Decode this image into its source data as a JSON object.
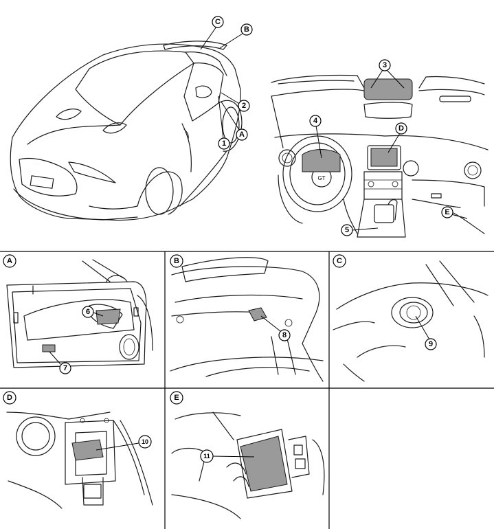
{
  "callouts": {
    "c1": "1",
    "c2": "2",
    "c3": "3",
    "c4": "4",
    "c5": "5",
    "c6": "6",
    "c7": "7",
    "c8": "8",
    "c9": "9",
    "c10": "10",
    "c11": "11",
    "A": "A",
    "B": "B",
    "C": "C",
    "D": "D",
    "E": "E"
  },
  "panels": {
    "A": "A",
    "B": "B",
    "C": "C",
    "D": "D",
    "E": "E"
  },
  "colors": {
    "line": "#1a1a1a",
    "hatch": "#9a9a9a",
    "background": "#ffffff"
  }
}
